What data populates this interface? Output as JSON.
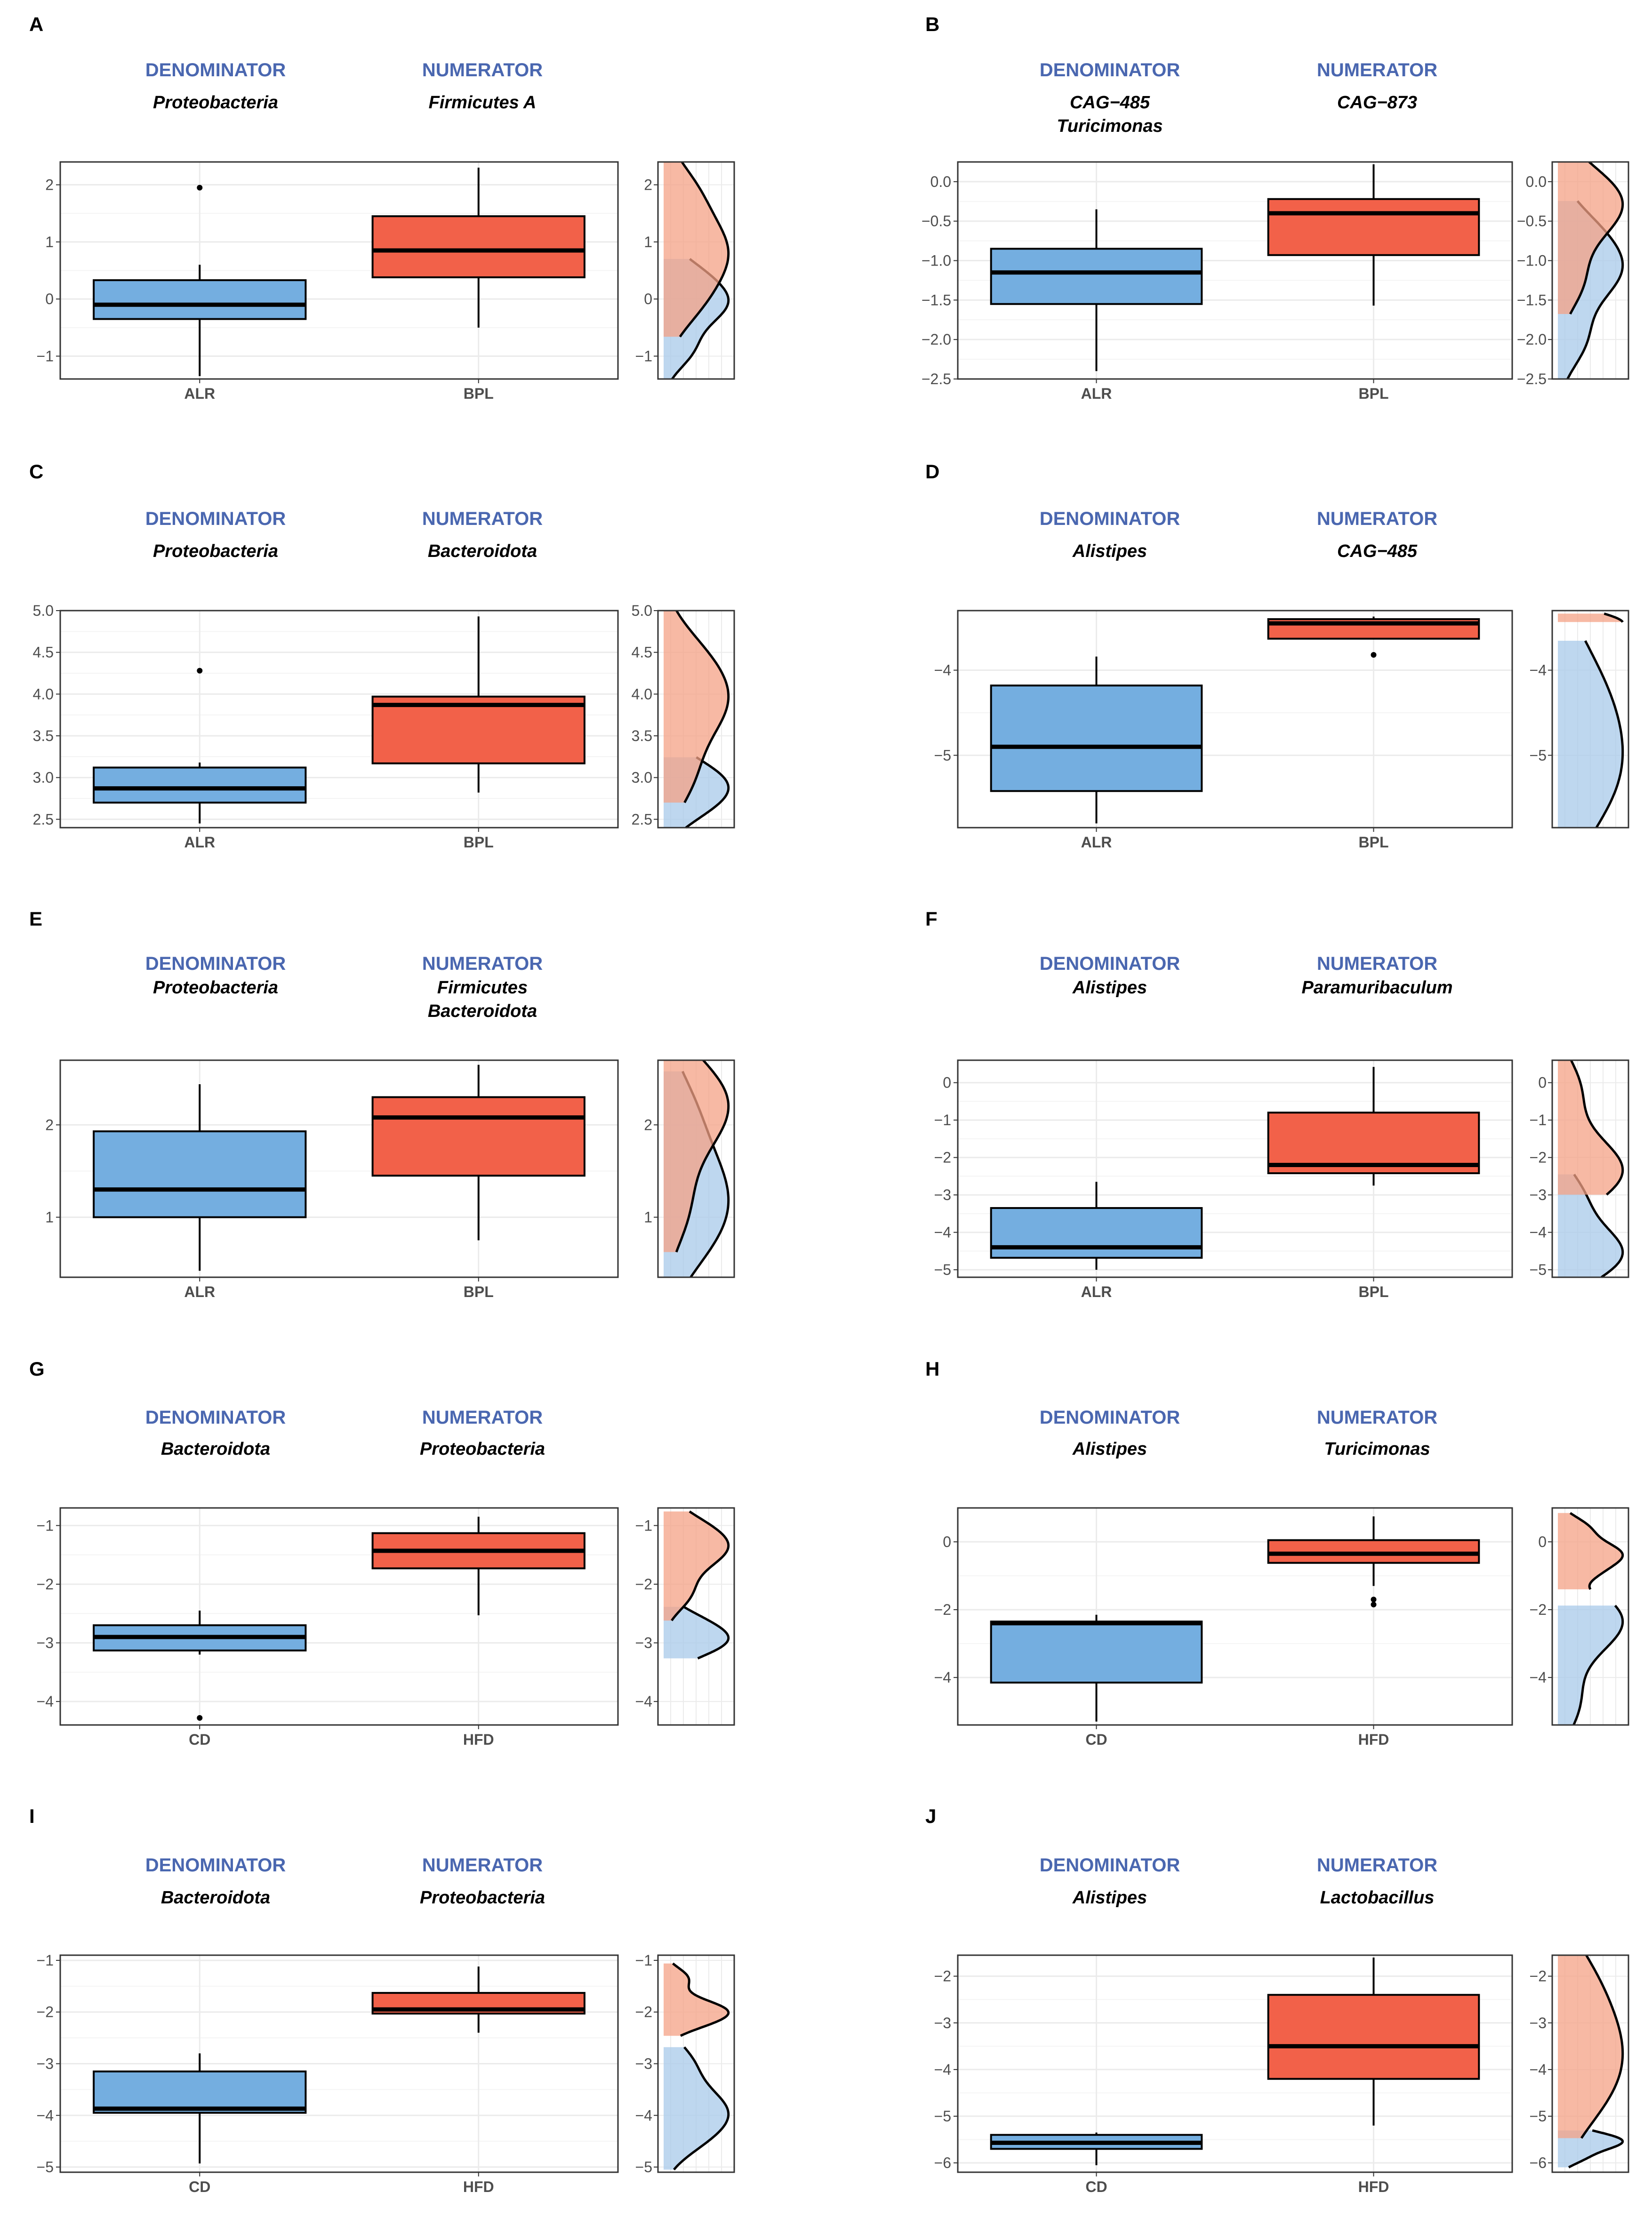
{
  "colors": {
    "header": "#4a67b0",
    "group1_fill": "#74aee0",
    "group2_fill": "#f26149",
    "group1_density": "#a8c9ea",
    "group2_density": "#f4a186",
    "grid": "#ebebeb",
    "panel_border": "#333333"
  },
  "labels": {
    "denominator": "DENOMINATOR",
    "numerator": "NUMERATOR"
  },
  "chart_data": [
    {
      "panel": "A",
      "type": "boxplot",
      "denominator": [
        "Proteobacteria"
      ],
      "numerator": [
        "Firmicutes A"
      ],
      "categories": [
        "ALR",
        "BPL"
      ],
      "ylim": [
        -1.4,
        2.4
      ],
      "yticks": [
        -1,
        0,
        1,
        2
      ],
      "yticks_density": [
        -1,
        0,
        1,
        2
      ],
      "boxes": [
        {
          "q1": -0.35,
          "median": -0.1,
          "q3": 0.33,
          "whisker_low": -1.35,
          "whisker_high": 0.6,
          "outliers": [
            1.95
          ]
        },
        {
          "q1": 0.38,
          "median": 0.85,
          "q3": 1.45,
          "whisker_low": -0.5,
          "whisker_high": 2.3,
          "outliers": []
        }
      ]
    },
    {
      "panel": "B",
      "type": "boxplot",
      "denominator": [
        "CAG−485",
        "Turicimonas"
      ],
      "numerator": [
        "CAG−873"
      ],
      "categories": [
        "ALR",
        "BPL"
      ],
      "ylim": [
        -2.5,
        0.25
      ],
      "yticks": [
        -2.5,
        -2.0,
        -1.5,
        -1.0,
        -0.5,
        0.0
      ],
      "yticks_density": [
        -2.5,
        -2.0,
        -1.5,
        -1.0,
        -0.5,
        0.0
      ],
      "boxes": [
        {
          "q1": -1.55,
          "median": -1.15,
          "q3": -0.85,
          "whisker_low": -2.4,
          "whisker_high": -0.35,
          "outliers": []
        },
        {
          "q1": -0.93,
          "median": -0.4,
          "q3": -0.22,
          "whisker_low": -1.57,
          "whisker_high": 0.22,
          "outliers": []
        }
      ]
    },
    {
      "panel": "C",
      "type": "boxplot",
      "denominator": [
        "Proteobacteria"
      ],
      "numerator": [
        "Bacteroidota"
      ],
      "categories": [
        "ALR",
        "BPL"
      ],
      "ylim": [
        2.4,
        5.0
      ],
      "yticks": [
        2.5,
        3.0,
        3.5,
        4.0,
        4.5,
        5.0
      ],
      "yticks_density": [
        2.5,
        3.0,
        3.5,
        4.0,
        4.5,
        5.0
      ],
      "boxes": [
        {
          "q1": 2.7,
          "median": 2.87,
          "q3": 3.12,
          "whisker_low": 2.45,
          "whisker_high": 3.18,
          "outliers": [
            4.28
          ]
        },
        {
          "q1": 3.17,
          "median": 3.87,
          "q3": 3.97,
          "whisker_low": 2.82,
          "whisker_high": 4.93,
          "outliers": []
        }
      ]
    },
    {
      "panel": "D",
      "type": "boxplot",
      "denominator": [
        "Alistipes"
      ],
      "numerator": [
        "CAG−485"
      ],
      "categories": [
        "ALR",
        "BPL"
      ],
      "ylim": [
        -5.85,
        -3.3
      ],
      "yticks": [
        -5,
        -4
      ],
      "yticks_density": [
        -5,
        -4
      ],
      "boxes": [
        {
          "q1": -5.42,
          "median": -4.9,
          "q3": -4.18,
          "whisker_low": -5.8,
          "whisker_high": -3.84,
          "outliers": []
        },
        {
          "q1": -3.63,
          "median": -3.45,
          "q3": -3.4,
          "whisker_low": -3.4,
          "whisker_high": -3.37,
          "outliers": [
            -3.82
          ]
        }
      ]
    },
    {
      "panel": "E",
      "type": "boxplot",
      "denominator": [
        "Proteobacteria"
      ],
      "numerator": [
        "Firmicutes",
        "Bacteroidota"
      ],
      "categories": [
        "ALR",
        "BPL"
      ],
      "ylim": [
        0.35,
        2.7
      ],
      "yticks": [
        1,
        2
      ],
      "yticks_density": [
        1,
        2
      ],
      "boxes": [
        {
          "q1": 1.0,
          "median": 1.3,
          "q3": 1.93,
          "whisker_low": 0.42,
          "whisker_high": 2.44,
          "outliers": []
        },
        {
          "q1": 1.45,
          "median": 2.08,
          "q3": 2.3,
          "whisker_low": 0.75,
          "whisker_high": 2.65,
          "outliers": []
        }
      ]
    },
    {
      "panel": "F",
      "type": "boxplot",
      "denominator": [
        "Alistipes"
      ],
      "numerator": [
        "Paramuribaculum"
      ],
      "categories": [
        "ALR",
        "BPL"
      ],
      "ylim": [
        -5.2,
        0.6
      ],
      "yticks": [
        -5,
        -4,
        -3,
        -2,
        -1,
        0
      ],
      "yticks_density": [
        -5,
        -4,
        -3,
        -2,
        -1,
        0
      ],
      "boxes": [
        {
          "q1": -4.68,
          "median": -4.4,
          "q3": -3.35,
          "whisker_low": -5.0,
          "whisker_high": -2.65,
          "outliers": []
        },
        {
          "q1": -2.42,
          "median": -2.2,
          "q3": -0.8,
          "whisker_low": -2.75,
          "whisker_high": 0.42,
          "outliers": []
        }
      ]
    },
    {
      "panel": "G",
      "type": "boxplot",
      "denominator": [
        "Bacteroidota"
      ],
      "numerator": [
        "Proteobacteria"
      ],
      "categories": [
        "CD",
        "HFD"
      ],
      "ylim": [
        -4.4,
        -0.7
      ],
      "yticks": [
        -4,
        -3,
        -2,
        -1
      ],
      "yticks_density": [
        -4,
        -3,
        -2,
        -1
      ],
      "boxes": [
        {
          "q1": -3.13,
          "median": -2.9,
          "q3": -2.7,
          "whisker_low": -3.2,
          "whisker_high": -2.45,
          "outliers": [
            -4.28
          ]
        },
        {
          "q1": -1.73,
          "median": -1.43,
          "q3": -1.13,
          "whisker_low": -2.53,
          "whisker_high": -0.85,
          "outliers": []
        }
      ]
    },
    {
      "panel": "H",
      "type": "boxplot",
      "denominator": [
        "Alistipes"
      ],
      "numerator": [
        "Turicimonas"
      ],
      "categories": [
        "CD",
        "HFD"
      ],
      "ylim": [
        -5.4,
        1.0
      ],
      "yticks": [
        -4,
        -2,
        0
      ],
      "yticks_density": [
        -4,
        -2,
        0
      ],
      "boxes": [
        {
          "q1": -4.15,
          "median": -2.4,
          "q3": -2.35,
          "whisker_low": -5.3,
          "whisker_high": -2.15,
          "outliers": []
        },
        {
          "q1": -0.62,
          "median": -0.35,
          "q3": 0.05,
          "whisker_low": -1.3,
          "whisker_high": 0.75,
          "outliers": [
            -1.7,
            -1.85
          ]
        }
      ]
    },
    {
      "panel": "I",
      "type": "boxplot",
      "denominator": [
        "Bacteroidota"
      ],
      "numerator": [
        "Proteobacteria"
      ],
      "categories": [
        "CD",
        "HFD"
      ],
      "ylim": [
        -5.1,
        -0.9
      ],
      "yticks": [
        -5,
        -4,
        -3,
        -2,
        -1
      ],
      "yticks_density": [
        -5,
        -4,
        -3,
        -2,
        -1
      ],
      "boxes": [
        {
          "q1": -3.95,
          "median": -3.87,
          "q3": -3.15,
          "whisker_low": -4.93,
          "whisker_high": -2.8,
          "outliers": []
        },
        {
          "q1": -2.03,
          "median": -1.95,
          "q3": -1.63,
          "whisker_low": -2.4,
          "whisker_high": -1.12,
          "outliers": []
        }
      ]
    },
    {
      "panel": "J",
      "type": "boxplot",
      "denominator": [
        "Alistipes"
      ],
      "numerator": [
        "Lactobacillus"
      ],
      "categories": [
        "CD",
        "HFD"
      ],
      "ylim": [
        -6.2,
        -1.55
      ],
      "yticks": [
        -6,
        -5,
        -4,
        -3,
        -2
      ],
      "yticks_density": [
        -6,
        -5,
        -4,
        -3,
        -2
      ],
      "boxes": [
        {
          "q1": -5.7,
          "median": -5.57,
          "q3": -5.4,
          "whisker_low": -6.05,
          "whisker_high": -5.35,
          "outliers": []
        },
        {
          "q1": -4.2,
          "median": -3.5,
          "q3": -2.4,
          "whisker_low": -5.2,
          "whisker_high": -1.6,
          "outliers": []
        }
      ]
    }
  ]
}
